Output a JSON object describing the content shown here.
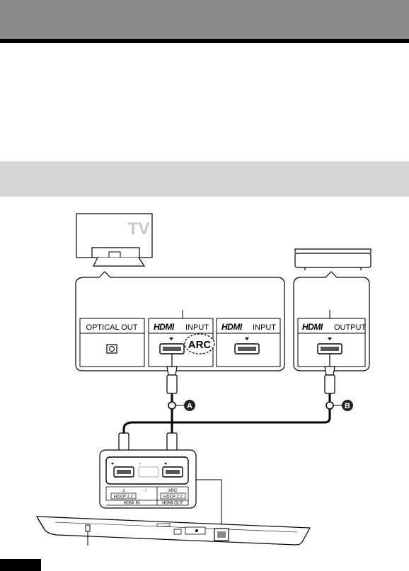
{
  "tv": {
    "label": "TV"
  },
  "tv_panel": {
    "optical_out": "OPTICAL OUT",
    "hdmi_logo_1": "HDMI",
    "hdmi_input_1": "INPUT",
    "arc": "ARC",
    "hdmi_logo_2": "HDMI",
    "hdmi_input_2": "INPUT"
  },
  "player_panel": {
    "hdmi_logo": "HDMI",
    "hdmi_output": "OUTPUT"
  },
  "cables": {
    "a": "A",
    "b": "B"
  },
  "soundbar_panel": {
    "port_1": "1",
    "port_1_hdcp": "HDCP 2.2",
    "port_2": "2",
    "hdmi_in": "HDMI IN",
    "arc": "ARC",
    "arc_hdcp": "HDCP 2.2",
    "hdmi_out": "HDMI OUT"
  },
  "colors": {
    "header": "#8a8a8a",
    "band": "#d6d6d6",
    "line": "#000000"
  }
}
